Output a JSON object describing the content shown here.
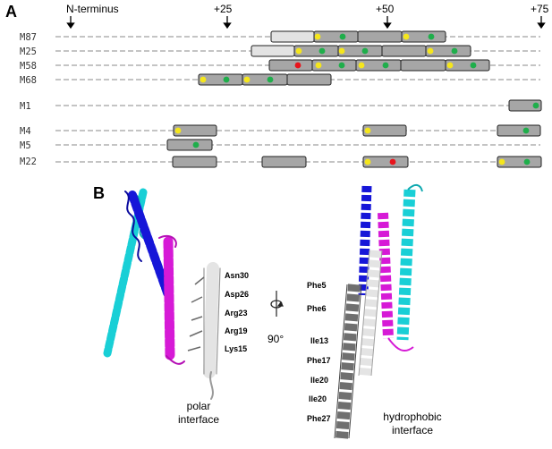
{
  "panel_a": {
    "letter": "A",
    "positions": [
      {
        "label": "N-terminus"
      },
      {
        "label": "+25"
      },
      {
        "label": "+50"
      },
      {
        "label": "+75"
      }
    ],
    "rows": [
      {
        "name": "M87"
      },
      {
        "name": "M25"
      },
      {
        "name": "M58"
      },
      {
        "name": "M68"
      },
      {
        "name": "M1"
      },
      {
        "name": "M4"
      },
      {
        "name": "M5"
      },
      {
        "name": "M22"
      }
    ],
    "colors": {
      "segment": "#a6a6a6",
      "light_segment": "#e3e3e3",
      "yellow": "#f5e61c",
      "green": "#1fae4b",
      "red": "#e8141c",
      "line": "#8a8a8a"
    }
  },
  "panel_b": {
    "letter": "B",
    "left_residues": [
      "Asn30",
      "Asp26",
      "Arg23",
      "Arg19",
      "Lys15"
    ],
    "rotation_label": "90°",
    "right_residues": [
      "Phe5",
      "Phe6",
      "Ile13",
      "Phe17",
      "Ile20",
      "Ile20",
      "Phe27"
    ],
    "left_interface": [
      "polar",
      "interface"
    ],
    "right_interface": [
      "hydrophobic",
      "interface"
    ],
    "colors": {
      "blue": "#1616d8",
      "cyan": "#19cfd6",
      "magenta": "#d61ad6",
      "white_helix": "#e4e4e4",
      "dark_helix": "#6f6f6f"
    }
  }
}
